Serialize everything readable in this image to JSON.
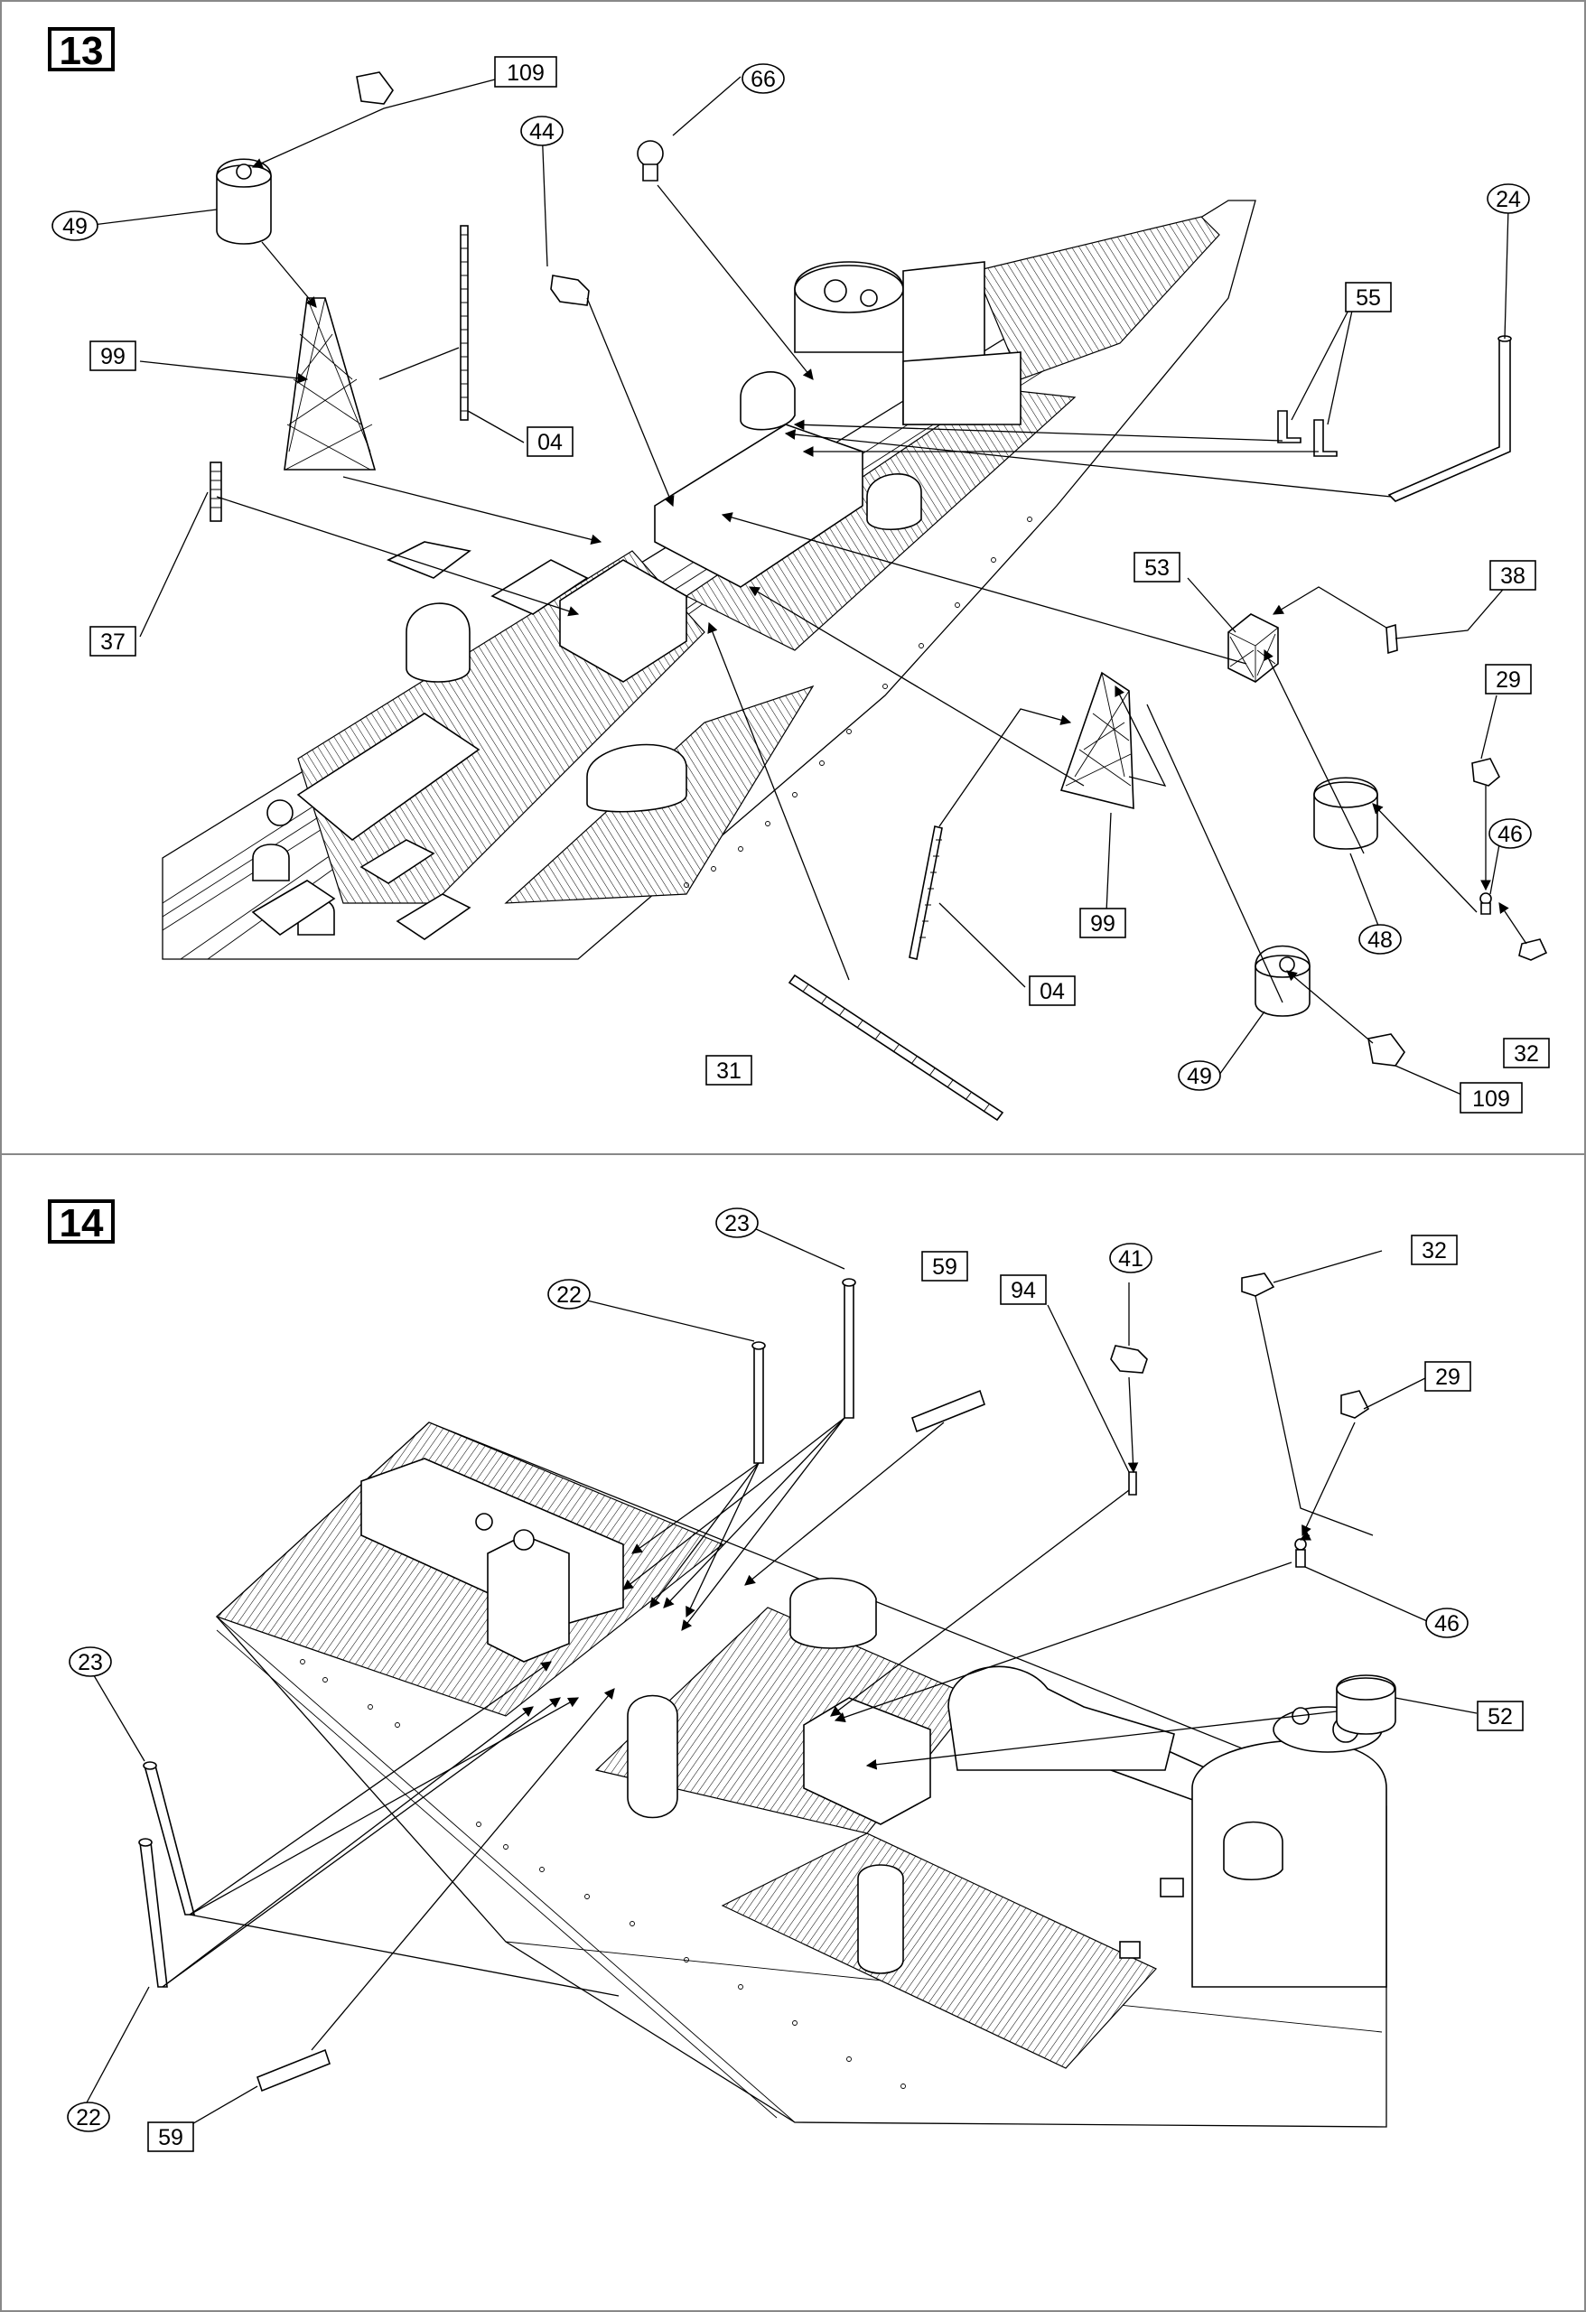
{
  "steps": [
    {
      "number": "13",
      "callouts": {
        "c109a": "109",
        "c66": "66",
        "c44": "44",
        "c49a": "49",
        "c99a": "99",
        "c04a": "04",
        "c37": "37",
        "c24": "24",
        "c55": "55",
        "c53": "53",
        "c38": "38",
        "c29": "29",
        "c46": "46",
        "c48": "48",
        "c99b": "99",
        "c04b": "04",
        "c49b": "49",
        "c109b": "109",
        "c32": "32",
        "c31": "31"
      }
    },
    {
      "number": "14",
      "callouts": {
        "c23a": "23",
        "c59a": "59",
        "c94": "94",
        "c41": "41",
        "c32": "32",
        "c22a": "22",
        "c29": "29",
        "c46": "46",
        "c52": "52",
        "c23b": "23",
        "c22b": "22",
        "c59b": "59"
      }
    }
  ],
  "colors": {
    "line": "#000000",
    "background": "#ffffff",
    "frame": "#888888",
    "shading": "#e8e8e8"
  }
}
